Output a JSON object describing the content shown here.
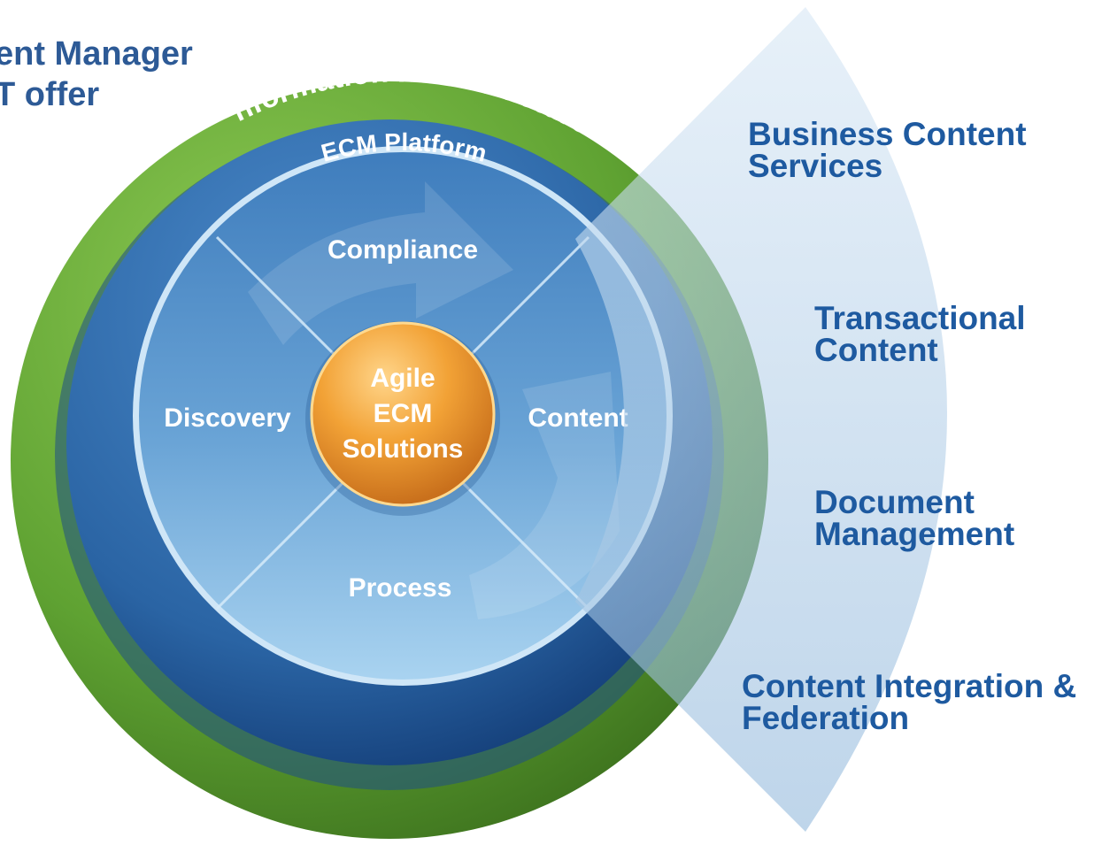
{
  "title": {
    "line1": "ent Manager",
    "line2": "T offer"
  },
  "rings": {
    "outer": "Information Infrastructure",
    "platform": "ECM Platform"
  },
  "segments": {
    "top": "Compliance",
    "left": "Discovery",
    "right": "Content",
    "bottom": "Process"
  },
  "center": {
    "line1": "Agile",
    "line2": "ECM",
    "line3": "Solutions"
  },
  "services": [
    {
      "line1": "Business Content",
      "line2": "Services"
    },
    {
      "line1": "Transactional",
      "line2": "Content"
    },
    {
      "line1": "Document",
      "line2": "Management"
    },
    {
      "line1": "Content Integration &",
      "line2": "Federation"
    }
  ],
  "colors": {
    "title": "#2d5a96",
    "outer_ring": "#6fb23d",
    "platform_ring": "#2f6cae",
    "inner_circle": "#5a93cc",
    "center_orb": "#f0a030",
    "service_text": "#1e5aa0",
    "service_band": "#b7d3ea"
  }
}
